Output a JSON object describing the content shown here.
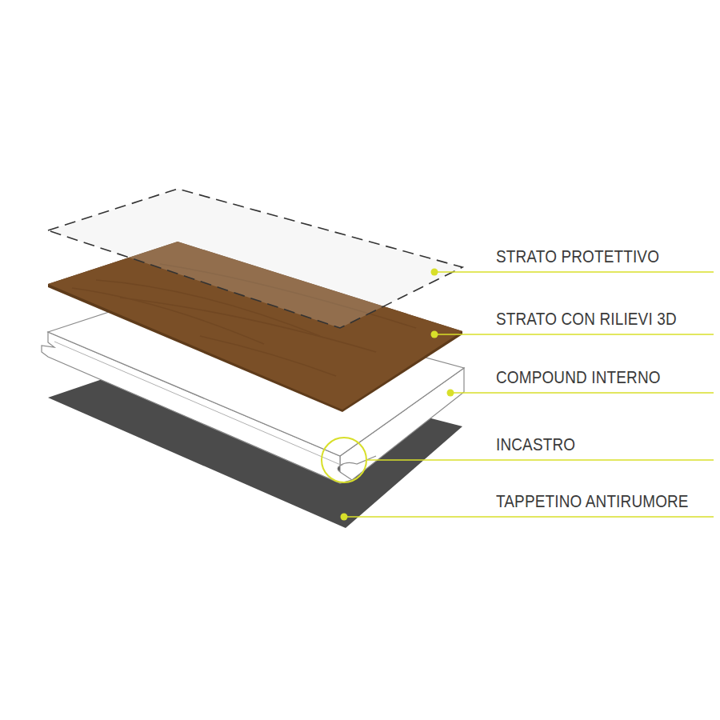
{
  "diagram": {
    "labels": [
      "STRATO PROTETTIVO",
      "STRATO CON RILIEVI 3D",
      "COMPOUND INTERNO",
      "INCASTRO",
      "TAPPETINO ANTIRUMORE"
    ]
  }
}
